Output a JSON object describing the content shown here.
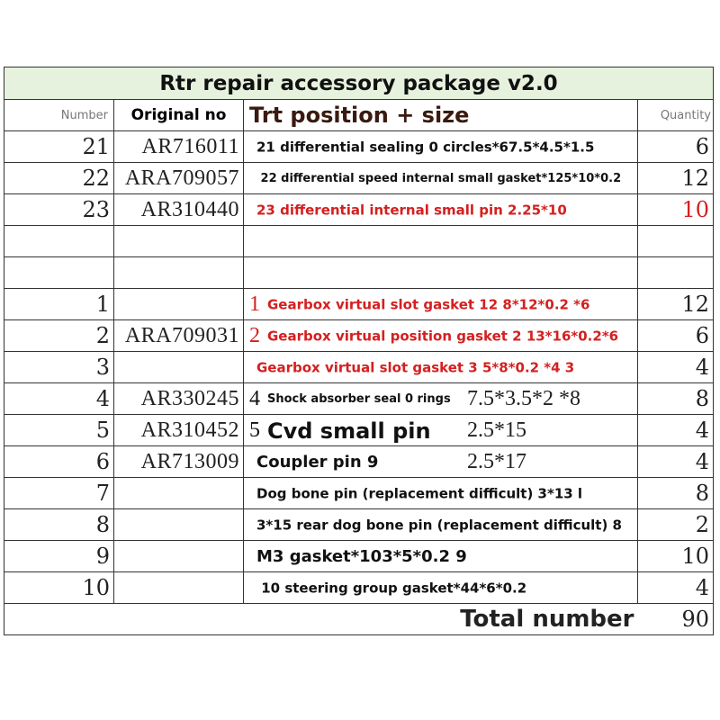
{
  "title": "Rtr repair accessory package v2.0",
  "headers": {
    "number": "Number",
    "original": "Original no",
    "desc": "Trt position + size",
    "quantity": "Quantity"
  },
  "rows": [
    {
      "number": "21",
      "original": "AR716011",
      "prefix": "",
      "desc": "21 differential sealing 0 circles*67.5*4.5*1.5",
      "size": "",
      "qty": "6",
      "style": "",
      "qcolor": ""
    },
    {
      "number": "22",
      "original": "ARA709057",
      "prefix": "",
      "desc": " 22 differential speed internal small gasket*125*10*0.2",
      "size": "",
      "qty": "12",
      "style": "small",
      "qcolor": ""
    },
    {
      "number": "23",
      "original": "AR310440",
      "prefix": "",
      "desc": "23 differential internal small pin 2.25*10",
      "size": "",
      "qty": "10",
      "style": "red",
      "qcolor": "red"
    },
    {
      "number": "",
      "original": "",
      "prefix": "",
      "desc": "",
      "size": "",
      "qty": "",
      "style": "",
      "qcolor": ""
    },
    {
      "number": "",
      "original": "",
      "prefix": "",
      "desc": "",
      "size": "",
      "qty": "",
      "style": "",
      "qcolor": ""
    },
    {
      "number": "1",
      "original": "",
      "prefix": "1",
      "desc": "Gearbox virtual slot gasket 12 8*12*0.2 *6",
      "size": "",
      "qty": "12",
      "style": "red",
      "qcolor": ""
    },
    {
      "number": "2",
      "original": "ARA709031",
      "prefix": "2",
      "desc": "Gearbox virtual position gasket 2 13*16*0.2*6",
      "size": "",
      "qty": "6",
      "style": "red",
      "qcolor": ""
    },
    {
      "number": "3",
      "original": "",
      "prefix": "",
      "desc": "Gearbox virtual slot gasket 3 5*8*0.2 *4 3",
      "size": "",
      "qty": "4",
      "style": "red",
      "qcolor": ""
    },
    {
      "number": "4",
      "original": "AR330245",
      "prefix": "4",
      "desc": "Shock absorber seal 0 rings",
      "size": "7.5*3.5*2 *8",
      "qty": "8",
      "style": "small",
      "qcolor": ""
    },
    {
      "number": "5",
      "original": "AR310452",
      "prefix": "5",
      "desc": "Cvd small pin",
      "size": "2.5*15",
      "qty": "4",
      "style": "big",
      "qcolor": ""
    },
    {
      "number": "6",
      "original": "AR713009",
      "prefix": "",
      "desc": "Coupler pin 9",
      "size": "2.5*17",
      "qty": "4",
      "style": "med",
      "qcolor": ""
    },
    {
      "number": "7",
      "original": "",
      "prefix": "",
      "desc": "Dog bone pin (replacement difficult) 3*13 l",
      "size": "",
      "qty": "8",
      "style": "",
      "qcolor": ""
    },
    {
      "number": "8",
      "original": "",
      "prefix": "",
      "desc": "3*15 rear dog bone pin (replacement difficult) 8",
      "size": "",
      "qty": "2",
      "style": "",
      "qcolor": ""
    },
    {
      "number": "9",
      "original": "",
      "prefix": "",
      "desc": "M3 gasket*103*5*0.2 9",
      "size": "",
      "qty": "10",
      "style": "med",
      "qcolor": ""
    },
    {
      "number": "10",
      "original": "",
      "prefix": "",
      "desc": " 10 steering group gasket*44*6*0.2",
      "size": "",
      "qty": "4",
      "style": "",
      "qcolor": ""
    }
  ],
  "total": {
    "label": "Total number",
    "value": "90"
  }
}
